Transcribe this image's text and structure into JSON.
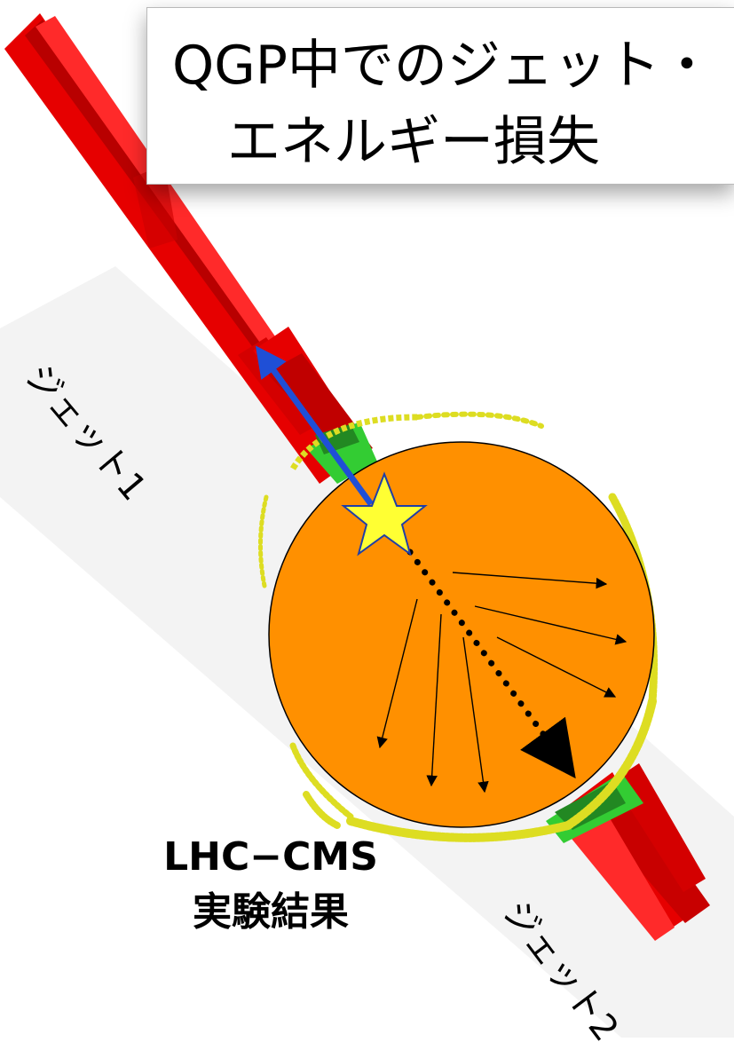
{
  "title": {
    "line1": "QGP中でのジェット・",
    "line2": "エネルギー損失"
  },
  "labels": {
    "jet1": "ジェット1",
    "jet2": "ジェット2",
    "experiment_line1": "LHC−CMS",
    "experiment_line2": "実験結果"
  },
  "colors": {
    "jet_bars": "#e60000",
    "calorimeter_green": "#33cc33",
    "calorimeter_yellow": "#dddd22",
    "medium": "#ff9000",
    "star": "#ffff33",
    "star_outline": "#1f3ea8",
    "leading_arrow": "#1f4fd6"
  },
  "icons": [
    "star-icon",
    "blue-arrow",
    "black-arrows",
    "dotted-arrow"
  ]
}
